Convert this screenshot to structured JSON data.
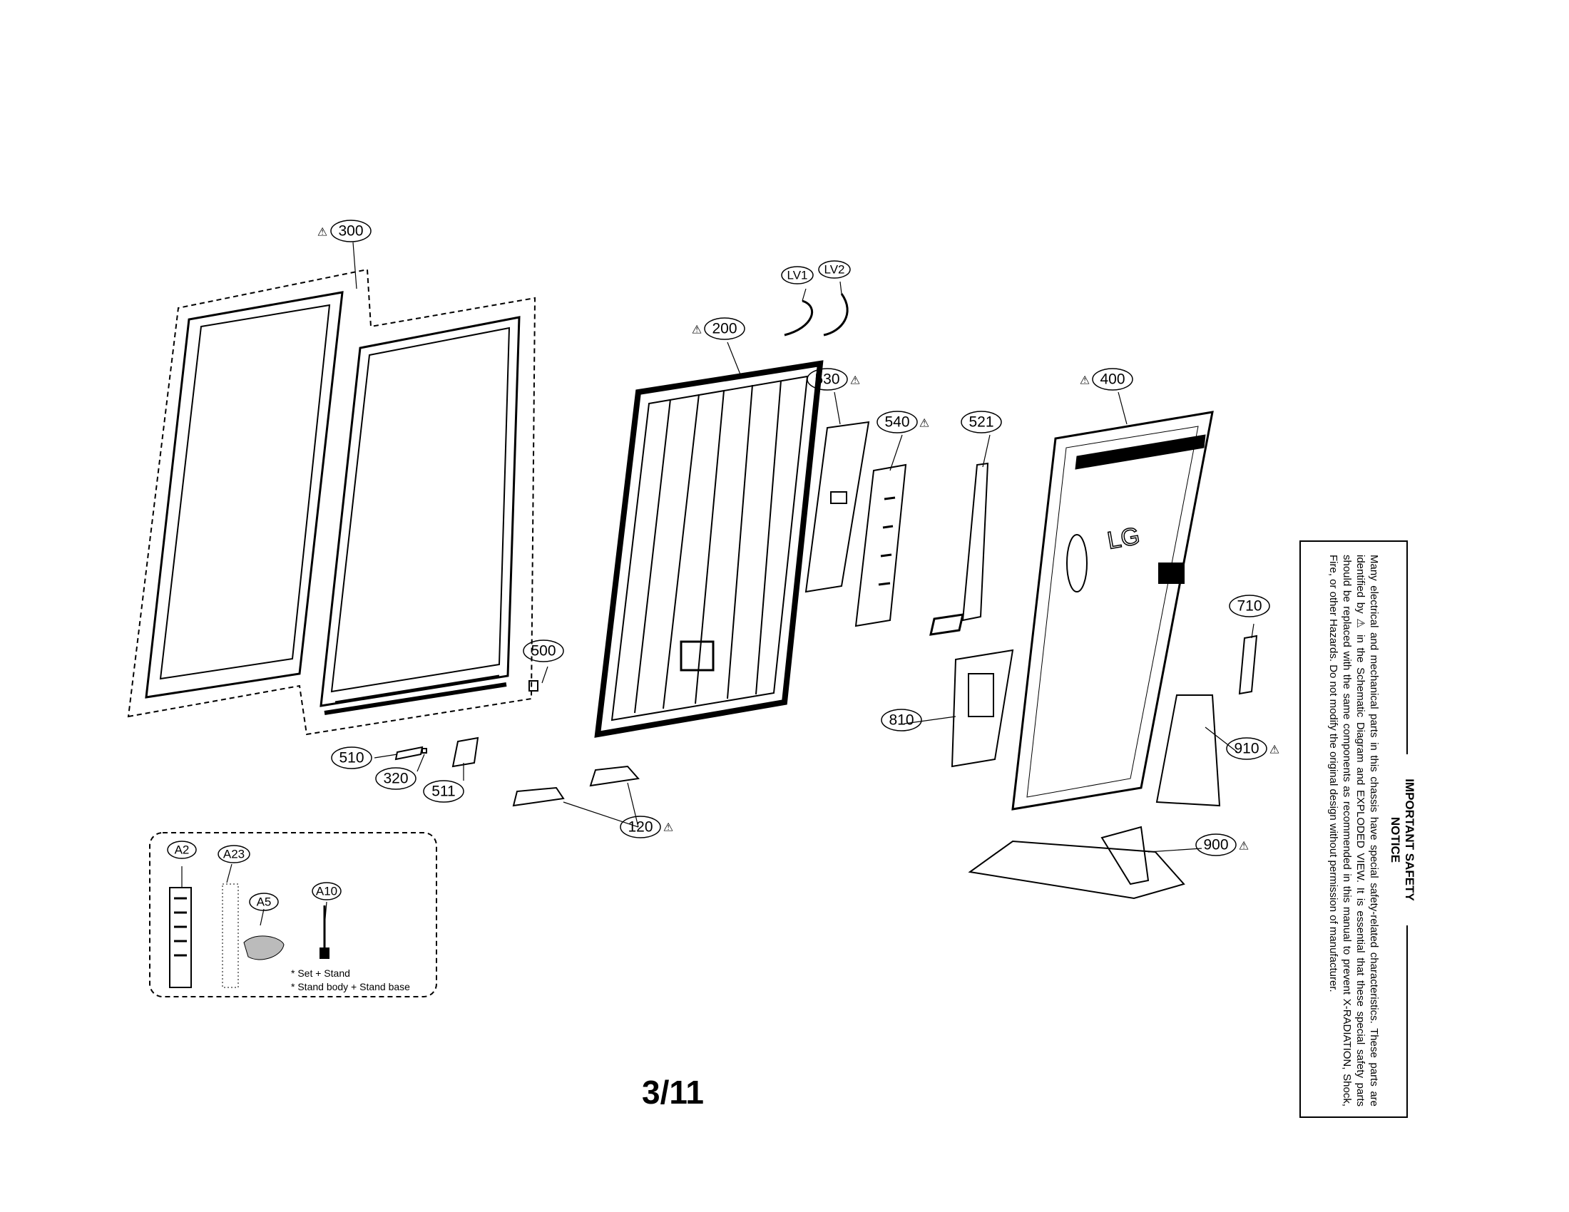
{
  "page": {
    "number": "3/11"
  },
  "callouts": {
    "c300": "300",
    "c200": "200",
    "c400": "400",
    "c530": "530",
    "c540": "540",
    "c521": "521",
    "c500": "500",
    "c510": "510",
    "c320": "320",
    "c511": "511",
    "c120": "120",
    "c810": "810",
    "c710": "710",
    "c910": "910",
    "c900": "900",
    "lv1": "LV1",
    "lv2": "LV2",
    "a2": "A2",
    "a23": "A23",
    "a5": "A5",
    "a10": "A10"
  },
  "warning_symbol": "⚠",
  "accessory_notes": {
    "line1": "* Set + Stand",
    "line2": "* Stand body + Stand base"
  },
  "safety_notice": {
    "title": "IMPORTANT SAFETY NOTICE",
    "text_before_symbol": "Many electrical and mechanical parts in this chassis have special safety-related characteristics. These parts are identified by",
    "text_after_symbol": "in the Schematic Diagram and EXPLODED VIEW. It is essential that these special safety parts should be replaced with the same components as recommended in this manual to prevent X-RADIATION, Shock, Fire, or other Hazards. Do not modify the original design without permission of manufacturer."
  },
  "logo_text": "LG"
}
